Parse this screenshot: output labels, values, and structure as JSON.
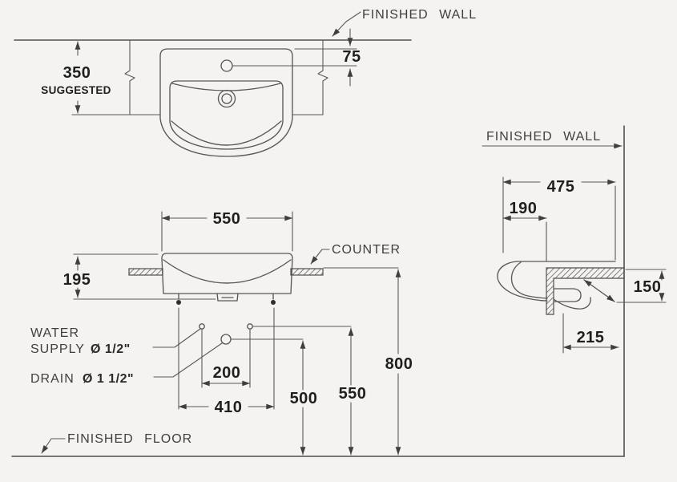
{
  "labels": {
    "finished_wall_top": "FINISHED WALL",
    "finished_wall_side": "FINISHED WALL",
    "counter": "COUNTER",
    "water": "WATER",
    "supply": "SUPPLY",
    "supply_diameter": "Ø 1/2\"",
    "drain": "DRAIN",
    "drain_diameter": "Ø 1 1/2\"",
    "finished_floor": "FINISHED FLOOR",
    "suggested": "SUGGESTED"
  },
  "dimensions": {
    "wall_to_basin_center": "350",
    "faucet_hole_offset": "75",
    "basin_width": "550",
    "basin_height": "195",
    "supply_spacing": "200",
    "fixing_bolt_spacing": "410",
    "drain_height_from_floor": "500",
    "supply_height_from_floor": "550",
    "counter_height": "800",
    "basin_total_depth": "475",
    "basin_front_to_counter": "190",
    "depth_below_counter": "150",
    "drain_outlet_from_wall": "215"
  },
  "colors": {
    "background": "#f4f3f1",
    "object_line": "#4f4f4f",
    "dimension_line": "#585858",
    "label_text": "#3f3f3f",
    "number_text": "#1f1f1f"
  }
}
